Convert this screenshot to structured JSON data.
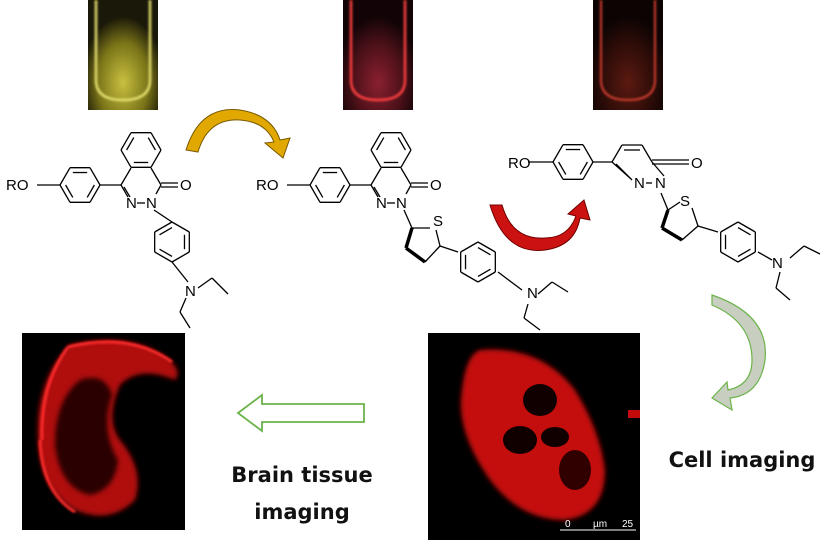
{
  "vials": [
    {
      "name": "yellow-emission",
      "color": "#d8d24a"
    },
    {
      "name": "red-emission",
      "color": "#e23a3a"
    },
    {
      "name": "dim-red-emission",
      "color": "#d84a3a"
    }
  ],
  "molecules": {
    "m1": {
      "ro": "RO",
      "o": "O",
      "n1": "N",
      "n2": "N",
      "n_amine": "N"
    },
    "m2": {
      "ro": "RO",
      "o": "O",
      "n1": "N",
      "n2": "N",
      "s": "S",
      "n_amine": "N"
    },
    "m3": {
      "ro": "RO",
      "o": "O",
      "n1": "N",
      "n2": "N",
      "s": "S",
      "n_amine": "N"
    }
  },
  "arrows": {
    "gold": "#e0a800",
    "red": "#cc1111",
    "gray": "#a0a0a0",
    "green": "#6cb34a"
  },
  "labels": {
    "brain_line1": "Brain tissue",
    "brain_line2": "imaging",
    "cell": "Cell imaging"
  },
  "scale_bar": {
    "start": "0",
    "unit": "µm",
    "end": "25"
  }
}
